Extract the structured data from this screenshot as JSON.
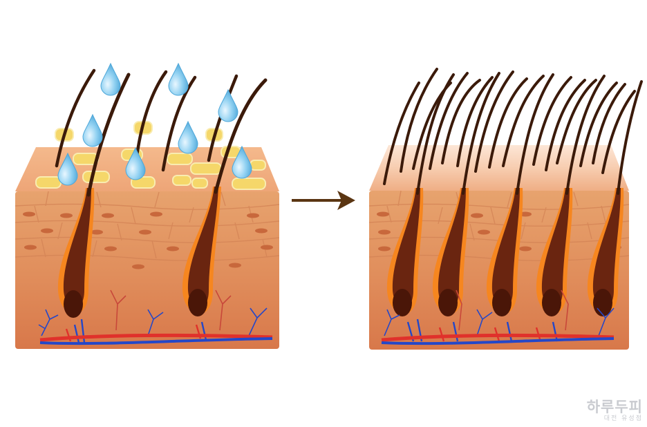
{
  "diagram": {
    "panels": [
      {
        "state": "before",
        "features": [
          "oily-scalp",
          "dandruff-flakes",
          "water-droplets",
          "sparse-hair",
          "two-hair-follicles"
        ]
      },
      {
        "state": "after",
        "features": [
          "clean-scalp",
          "dense-hair",
          "five-hair-follicles"
        ]
      }
    ],
    "arrow": {
      "direction": "right",
      "color": "#5a3512"
    },
    "colors": {
      "hair": "#3b1a0a",
      "follicle_glow": "#f6861f",
      "skin_top": "#f6c49a",
      "dermis": "#e79a67",
      "dermis_dark": "#d77b4c",
      "sebum": "#f5d76a",
      "droplet": "#7ec8ee",
      "artery": "#e0312b",
      "vein": "#2447c8"
    }
  },
  "watermark": {
    "title": "하루두피",
    "subtitle": "대전 유성점"
  }
}
